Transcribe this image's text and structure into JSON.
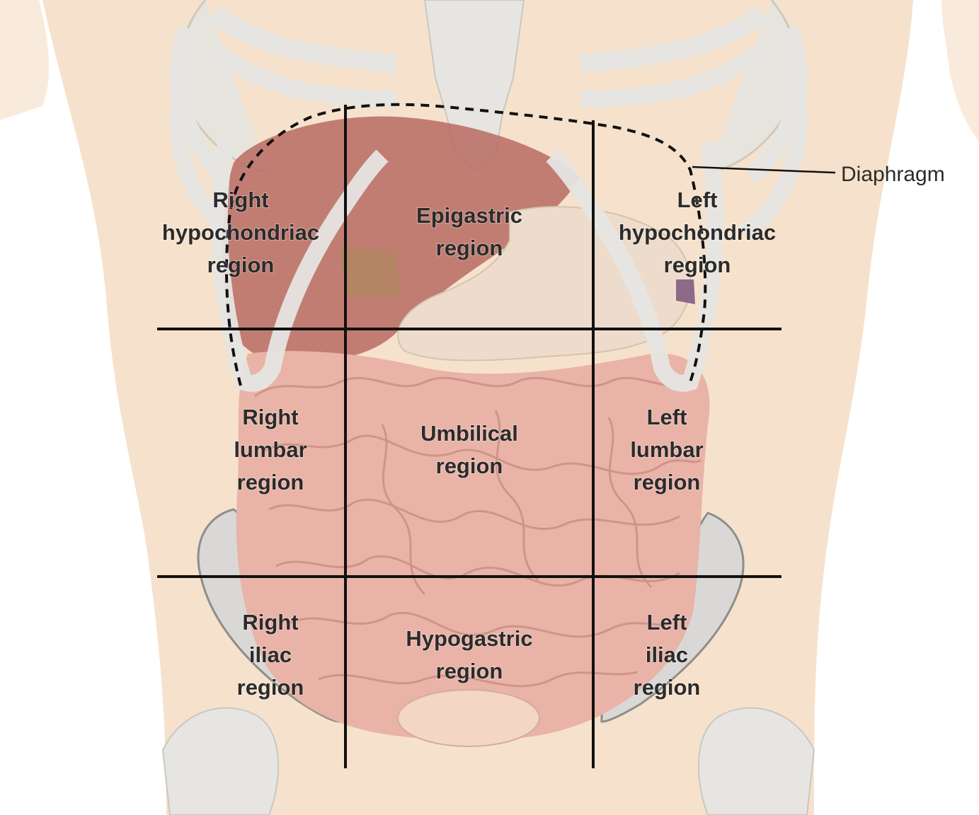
{
  "diagram": {
    "colors": {
      "background": "#ffffff",
      "skin": "#f6e2cc",
      "bone": "#e6e5e1",
      "bone_outline": "#c9c7c2",
      "liver": "#b86b61",
      "stomach": "#eddccb",
      "intestine": "#e9b3a7",
      "intestine_line": "#c98d82",
      "pelvis": "#d9d8d6",
      "grid_line": "#111111"
    },
    "callout": {
      "label": "Diaphragm"
    },
    "regions": [
      {
        "id": "right-hypochondriac",
        "lines": [
          "Right",
          "hypochondriac",
          "region"
        ]
      },
      {
        "id": "epigastric",
        "lines": [
          "Epigastric",
          "region"
        ]
      },
      {
        "id": "left-hypochondriac",
        "lines": [
          "Left",
          "hypochondriac",
          "region"
        ]
      },
      {
        "id": "right-lumbar",
        "lines": [
          "Right",
          "lumbar",
          "region"
        ]
      },
      {
        "id": "umbilical",
        "lines": [
          "Umbilical",
          "region"
        ]
      },
      {
        "id": "left-lumbar",
        "lines": [
          "Left",
          "lumbar",
          "region"
        ]
      },
      {
        "id": "right-iliac",
        "lines": [
          "Right",
          "iliac",
          "region"
        ]
      },
      {
        "id": "hypogastric",
        "lines": [
          "Hypogastric",
          "region"
        ]
      },
      {
        "id": "left-iliac",
        "lines": [
          "Left",
          "iliac",
          "region"
        ]
      }
    ]
  }
}
